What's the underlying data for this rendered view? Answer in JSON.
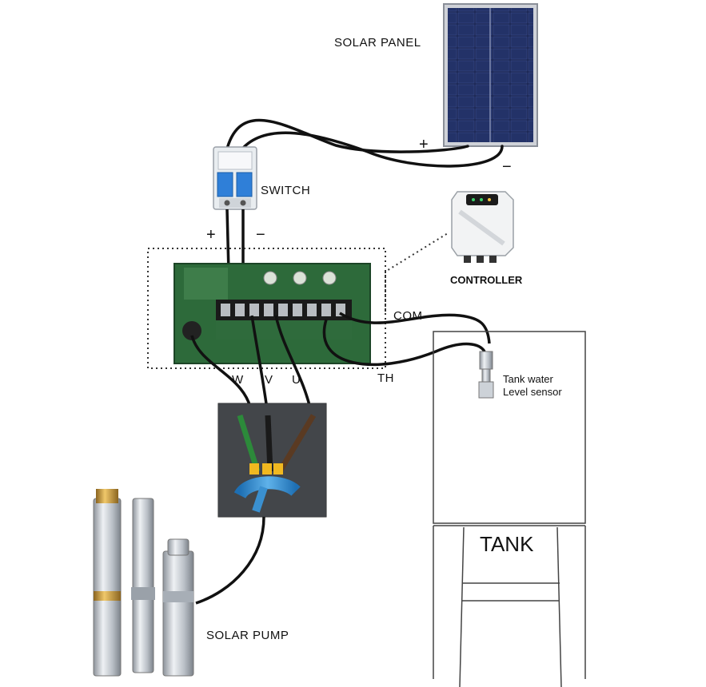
{
  "labels": {
    "solar_panel": "SOLAR PANEL",
    "panel_plus": "+",
    "panel_minus": "−",
    "switch": "SWITCH",
    "switch_plus": "+",
    "switch_minus": "−",
    "controller": "CONTROLLER",
    "com": "COM",
    "th": "TH",
    "w": "W",
    "v": "V",
    "u": "U",
    "sensor_line1": "Tank water",
    "sensor_line2": "Level sensor",
    "tank": "TANK",
    "solar_pump": "SOLAR PUMP"
  },
  "colors": {
    "wire": "#111111",
    "panel_cell": "#1d2a5a",
    "panel_frame": "#c9ccd3",
    "breaker_body": "#e8ecef",
    "breaker_handle": "#2f7fd8",
    "board_green": "#2d6a3a",
    "pump_steel": "#c6cbd1",
    "pump_brass": "#c89b3c"
  }
}
